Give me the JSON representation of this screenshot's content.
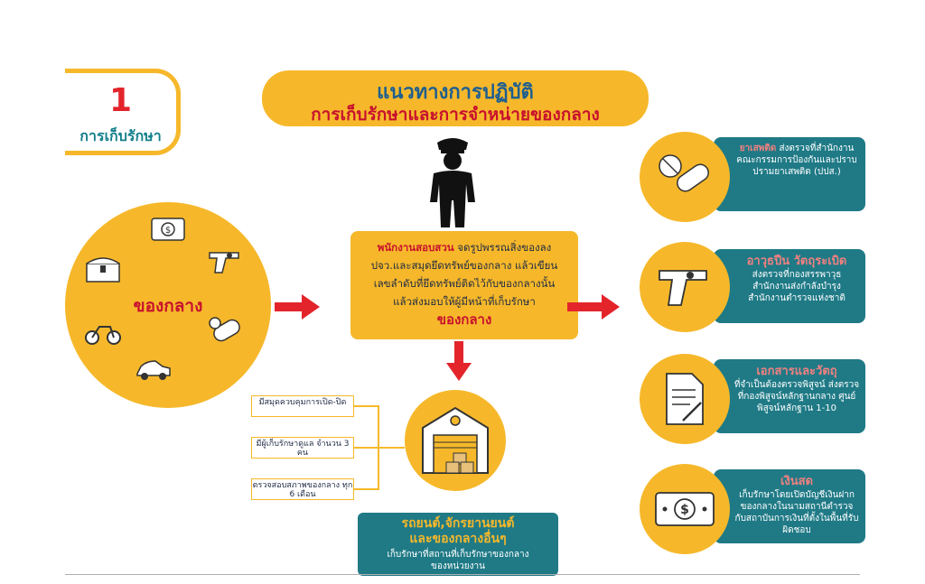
{
  "step": {
    "number": "1",
    "label": "การเก็บรักษา"
  },
  "title": {
    "line1": "แนวทางการปฏิบัติ",
    "line2": "การเก็บรักษาและการจำหน่ายของกลาง"
  },
  "left_circle": {
    "label": "ของกลาง"
  },
  "center": {
    "highlight": "พนักงานสอบสวน",
    "text_1": " จดรูปพรรณสิ่งของลง",
    "text_2": "ปจว.และสมุดยึดทรัพย์ของกลาง แล้วเขียน",
    "text_3": "เลขลำดับที่ยึดทรัพย์ติดไว้กับของกลางนั้น",
    "text_4": "แล้วส่งมอบให้ผู้มีหน้าที่เก็บรักษา",
    "bottom": "ของกลาง"
  },
  "storage_list": [
    {
      "text": "มีสมุดควบคุมการเปิด-ปิด"
    },
    {
      "text": "มีผู้เก็บรักษาดูแล จำนวน 3 คน"
    },
    {
      "text": "ตรวจสอบสภาพของกลาง ทุก 6 เดือน"
    }
  ],
  "bottom_box": {
    "title_1": "รถยนต์,จักรยานยนต์",
    "title_2": "และของกลางอื่นๆ",
    "desc_1": "เก็บรักษาที่สถานที่เก็บรักษาของกลาง",
    "desc_2": "ของหน่วยงาน"
  },
  "right_cards": [
    {
      "icon": "pills-icon",
      "title": "ยาเสพติด",
      "desc": " ส่งตรวจที่สำนักงานคณะกรรมการป้องกันและปราบปรามยาเสพติด (ปปส.)"
    },
    {
      "icon": "gun-icon",
      "title": "อาวุธปืน วัตถุระเบิด",
      "desc": "ส่งตรวจที่กองสรรพาวุธ สำนักงานส่งกำลังบำรุง สำนักงานตำรวจแห่งชาติ"
    },
    {
      "icon": "document-icon",
      "title": "เอกสารและวัตถุ",
      "desc": "ที่จำเป็นต้องตรวจพิสูจน์ ส่งตรวจที่กองพิสูจน์หลักฐานกลาง ศูนย์พิสูจน์หลักฐาน 1-10"
    },
    {
      "icon": "money-icon",
      "title": "เงินสด",
      "desc": "เก็บรักษาโดยเปิดบัญชีเงินฝากของกลางในนามสถานีตำรวจ กับสถาบันการเงินที่ตั้งในพื้นที่รับผิดชอบ"
    }
  ],
  "colors": {
    "yellow": "#f6b82a",
    "teal": "#1f7a86",
    "red": "#e3242b",
    "dark_blue": "#1f5f8f"
  }
}
